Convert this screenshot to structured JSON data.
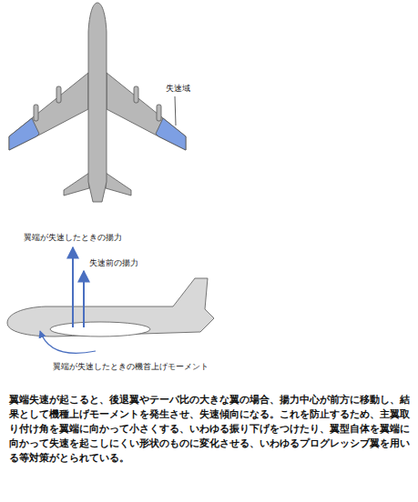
{
  "diagram": {
    "caption": "翼端失速が起こると、後退翼やテーパ比の大きな翼の場合、揚力中心が前方に移動し、結果として機種上げモーメントを発生させ、失速傾向になる。これを防止するため、主翼取り付け角を翼端に向かって小さくする、いわゆる振り下げをつけたり、翼型自体を翼端に向かって失速を起こしにくい形状のものに変化させる、いわゆるプログレッシブ翼を用いる等対策がとられている。",
    "labels": [
      "失速域",
      "翼端が失速したときの揚力",
      "失速前の揚力",
      "翼端が失速したときの機首上げモーメント"
    ]
  }
}
